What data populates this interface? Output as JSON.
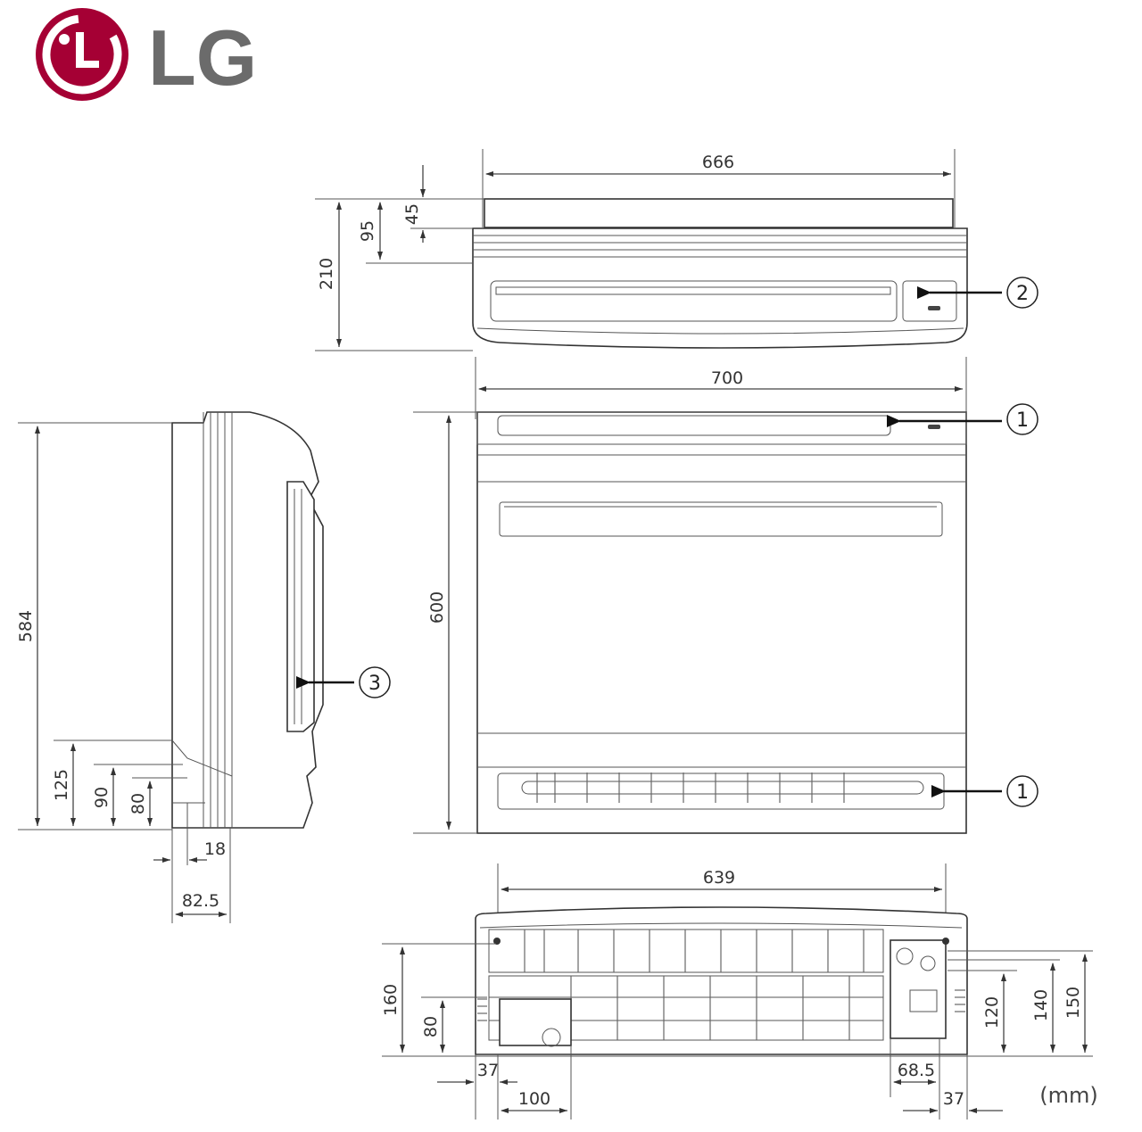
{
  "brand": {
    "name": "LG",
    "color_red": "#a50034",
    "color_grey": "#6b6b6b",
    "logo": "lg-logo"
  },
  "dimensions": {
    "top_width_666": "666",
    "top_45": "45",
    "top_95": "95",
    "top_210": "210",
    "front_width_700": "700",
    "front_height_600": "600",
    "side_height_584": "584",
    "side_125": "125",
    "side_90": "90",
    "side_80": "80",
    "side_18": "18",
    "side_82_5": "82.5",
    "bottom_width_639": "639",
    "bottom_160": "160",
    "bottom_80": "80",
    "bottom_37_left": "37",
    "bottom_100": "100",
    "bottom_68_5": "68.5",
    "bottom_37_right": "37",
    "bottom_120": "120",
    "bottom_140": "140",
    "bottom_150": "150"
  },
  "callouts": {
    "c1_top": "1",
    "c1_bottom": "1",
    "c2": "2",
    "c3": "3"
  },
  "unit_label": "(mm)"
}
